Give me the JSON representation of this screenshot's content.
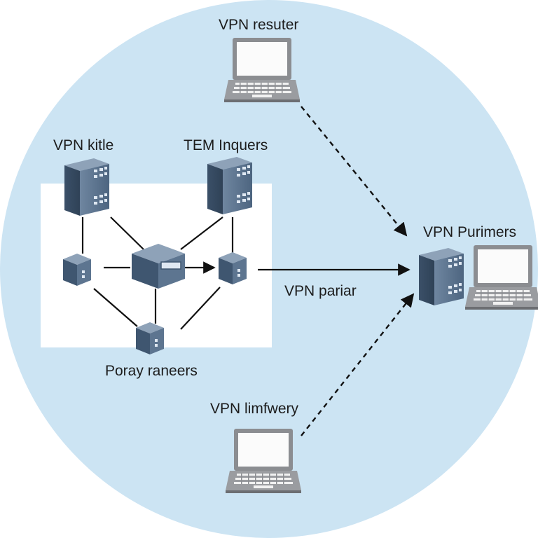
{
  "diagram": {
    "labels": {
      "vpn_resuter": "VPN resuter",
      "vpn_kitle": "VPN kitle",
      "tem_inquers": "TEM Inquers",
      "vpn_purimers": "VPN Purimers",
      "vpn_pariar": "VPN pariar",
      "poray_raneers": "Poray raneers",
      "vpn_limfwery": "VPN limfwery"
    },
    "colors": {
      "background_circle": "#cce4f3",
      "inner_panel": "#ffffff",
      "device_blue": "#5d7590",
      "device_dark": "#3f5670",
      "laptop_gray": "#8d8f93",
      "line": "#111111"
    }
  }
}
